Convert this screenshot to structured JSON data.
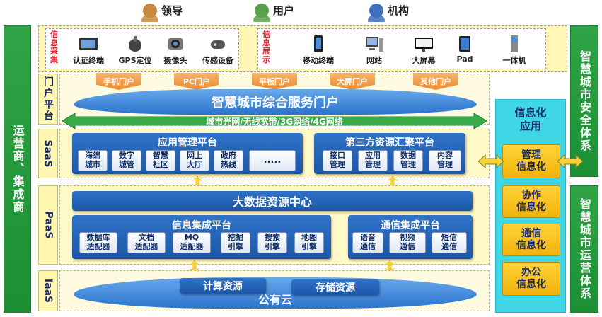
{
  "users": [
    {
      "label": "领导",
      "color": "#c88a3c"
    },
    {
      "label": "用户",
      "color": "#5aa04a"
    },
    {
      "label": "机构",
      "color": "#3f6fc0"
    }
  ],
  "left_bar": "运营商、集成商",
  "right_bars": [
    "智慧城市安全体系",
    "智慧城市运营体系"
  ],
  "layers": {
    "portal": "门户平台",
    "saas": "SaaS",
    "paas": "PaaS",
    "iaas": "IaaS"
  },
  "collect": {
    "title": "信息采集",
    "devices": [
      "认证终端",
      "GPS定位",
      "摄像头",
      "传感设备"
    ]
  },
  "display": {
    "title": "信息展示",
    "devices": [
      "移动终端",
      "网站",
      "大屏幕",
      "Pad",
      "一体机"
    ]
  },
  "portals": [
    "手机门户",
    "PC门户",
    "平板门户",
    "大屏门户",
    "其他门户"
  ],
  "portal_cloud": "智慧城市综合服务门户",
  "network": "城市光网/无线宽带/3G网络/4G网络",
  "app_platform": {
    "title": "应用管理平台",
    "items": [
      "海绵\n城市",
      "数字\n城管",
      "智慧\n社区",
      "网上\n大厅",
      "政府\n热线",
      "....."
    ]
  },
  "resource_platform": {
    "title": "第三方资源汇聚平台",
    "items": [
      "接口\n管理",
      "应用\n管理",
      "数据\n管理",
      "内容\n管理"
    ]
  },
  "big_data": "大数据资源中心",
  "info_integration": {
    "title": "信息集成平台",
    "items": [
      "数据库\n适配器",
      "文档\n适配器",
      "MQ\n适配器",
      "挖掘\n引擎",
      "搜索\n引擎",
      "地图\n引擎"
    ]
  },
  "comm_integration": {
    "title": "通信集成平台",
    "items": [
      "语音\n通信",
      "视频\n通信",
      "短信\n通信"
    ]
  },
  "iaas": {
    "compute": "计算资源",
    "storage": "存储资源",
    "cloud": "公有云"
  },
  "info_app": {
    "title": "信息化\n应用",
    "items": [
      "管理\n信息化",
      "协作\n信息化",
      "通信\n信息化",
      "办公\n信息化"
    ]
  }
}
